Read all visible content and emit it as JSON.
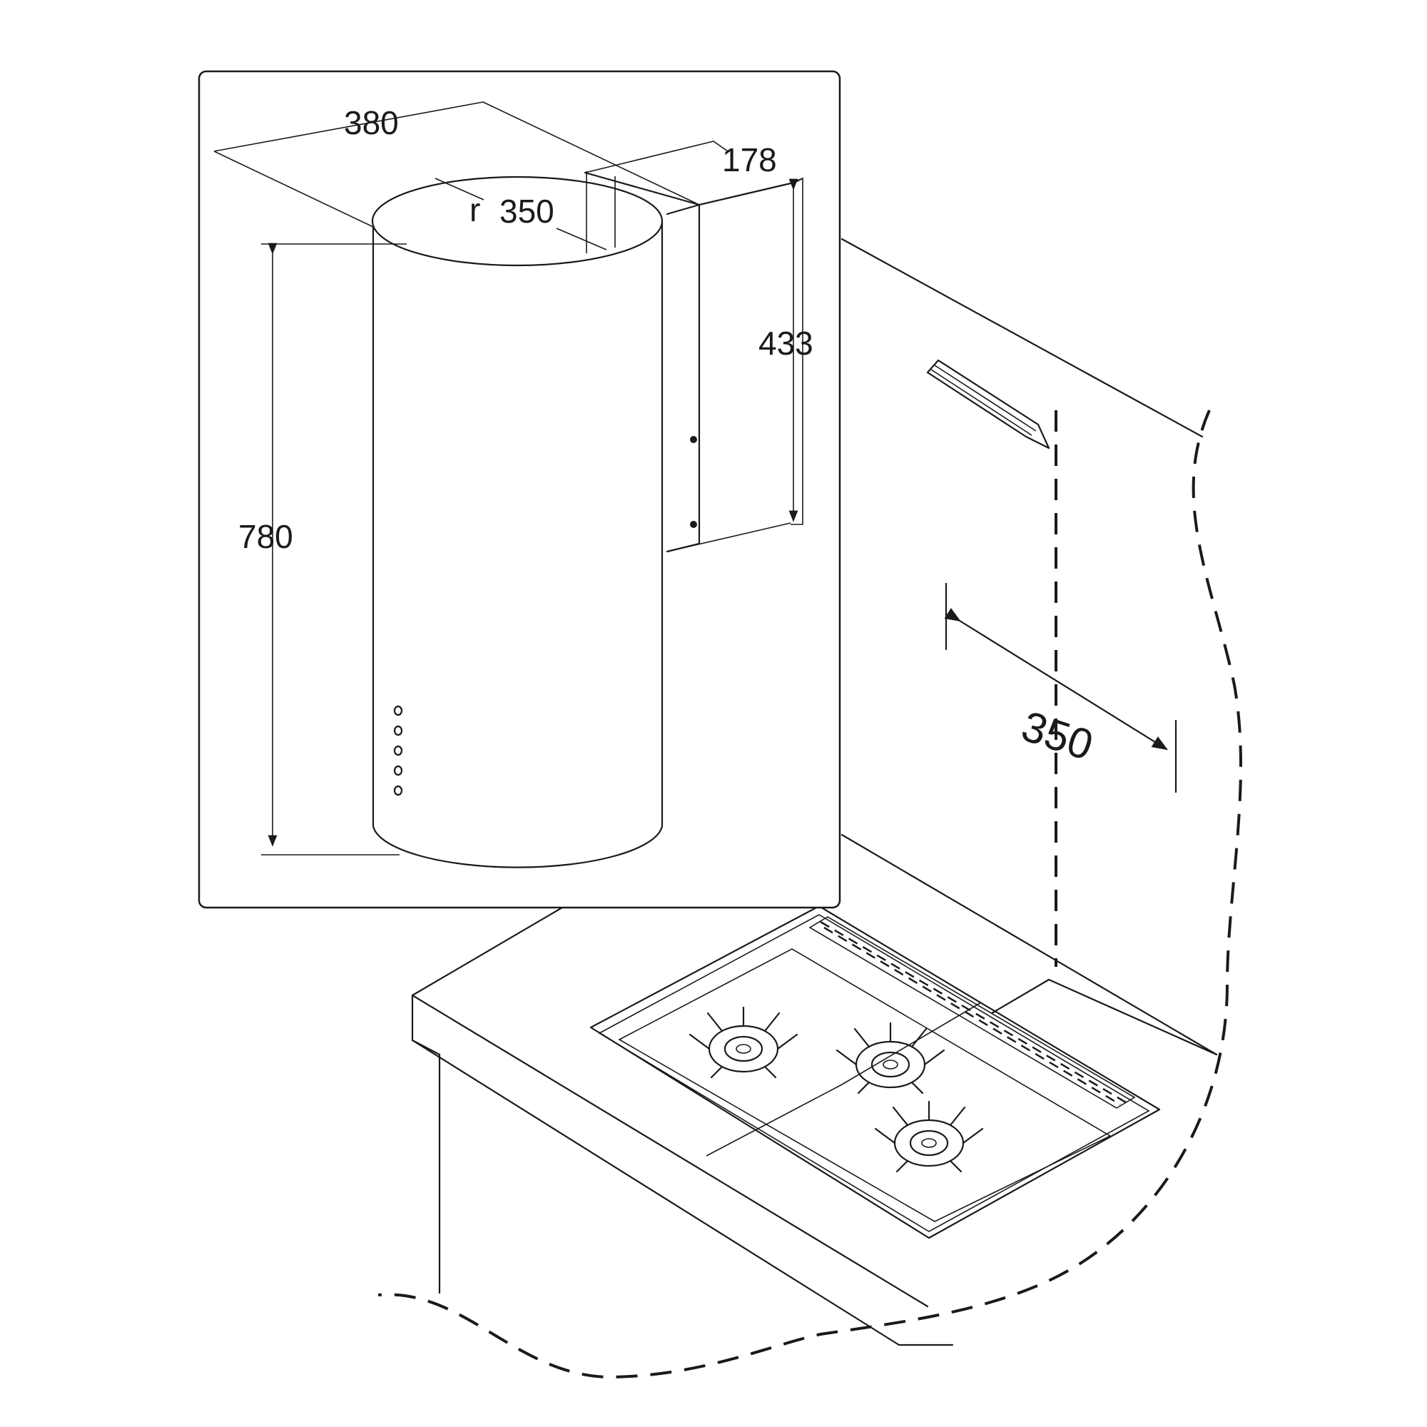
{
  "dimensions": {
    "width_label": "380",
    "depth_label": "178",
    "diameter_label": "350",
    "diameter_symbol": "r",
    "chimney_height_label": "433",
    "body_height_label": "780",
    "wall_distance_label": "350"
  }
}
